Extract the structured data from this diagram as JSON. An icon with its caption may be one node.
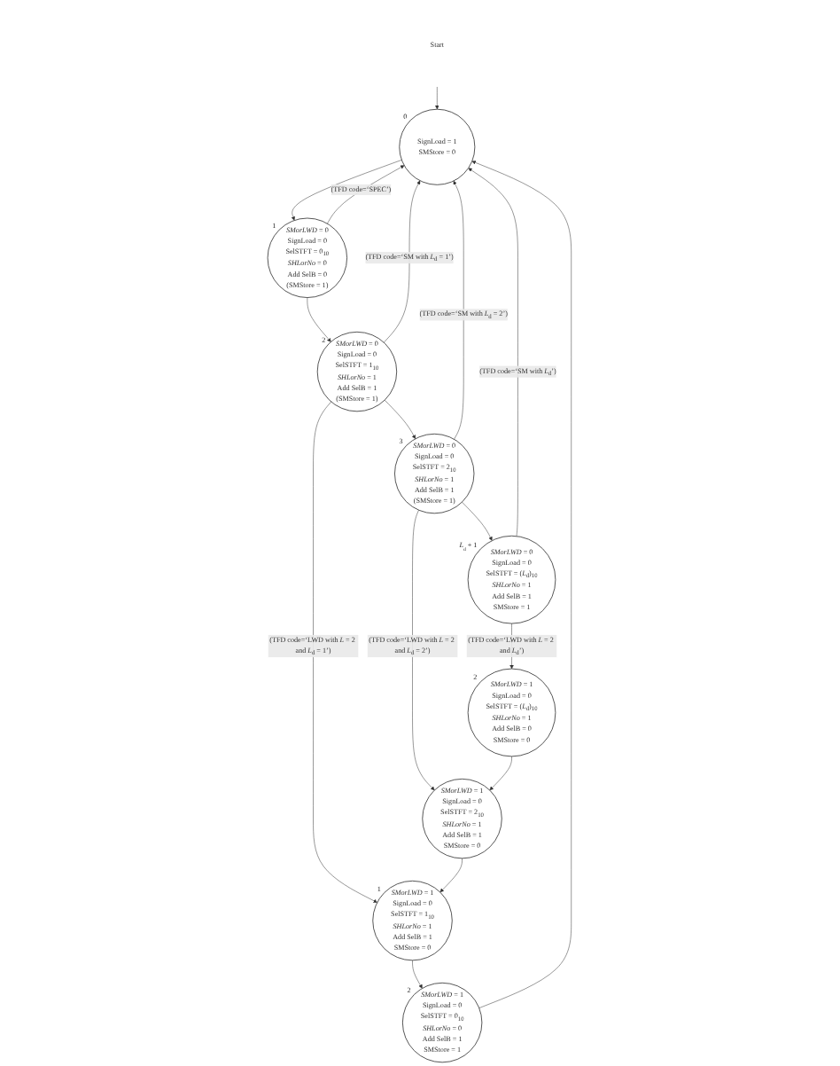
{
  "diagram": {
    "nodes": [
      {
        "text": [
          "Start"
        ]
      },
      {
        "text": [
          "SignLoad = 1",
          "SMStore = 0"
        ],
        "beside": [
          "0"
        ]
      },
      {
        "text": [
          "*SMorLWD* = 1",
          "SignLoad = 0",
          "SelSTFT = 0$_{10}$",
          "*SHLorNo* = 0",
          "Add SelB = 1",
          "SMStore = 1"
        ],
        "beside": [
          "2"
        ]
      },
      {
        "text": [
          "*SMorLWD* = 0",
          "SignLoad = 0",
          "SelSTFT = 0$_{10}$",
          "*SHLorNo* = 0",
          "Add SelB = 0",
          "(SMStore = 1)"
        ],
        "beside": [
          "1"
        ]
      },
      {
        "text": [
          "*SMorLWD* = 1",
          "SignLoad = 0",
          "SelSTFT = 1$_{10}$",
          "*SHLorNo* = 1",
          "Add SelB = 1",
          "SMStore = 0"
        ],
        "beside": [
          "1"
        ]
      },
      {
        "text": [
          "*SMorLWD* = 0",
          "SignLoad = 0",
          "SelSTFT = 1$_{10}$",
          "*SHLorNo* = 1",
          "Add SelB = 1",
          "(SMStore = 1)"
        ],
        "beside": [
          "2"
        ]
      },
      {
        "text": [
          "*SMorLWD* = 1",
          "SignLoad = 0",
          "SelSTFT = 2$_{10}$",
          "*SHLorNo* = 1",
          "Add SelB = 1",
          "SMStore = 0"
        ]
      },
      {
        "text": [
          "*SMorLWD* = 0",
          "SignLoad = 0",
          "SelSTFT = 2$_{10}$",
          "*SHLorNo* = 1",
          "Add SelB = 1",
          "(SMStore = 1)"
        ],
        "beside": [
          "3"
        ]
      },
      {
        "text": [
          "*SMorLWD* = 1",
          "SignLoad = 0",
          "SelSTFT = (*L*$_{d}$)$_{10}$",
          "*SHLorNo* = 1",
          "Add SelB = 0",
          "SMStore = 0"
        ],
        "beside": [
          "2"
        ]
      },
      {
        "text": [
          "*SMorLWD* = 0",
          "SignLoad = 0",
          "SelSTFT = (*L*$_{d}$)$_{10}$",
          "*SHLorNo* = 1",
          "Add SelB = 1",
          "SMStore = 1"
        ],
        "beside": [
          "*L*$_{d}$ + 1"
        ]
      }
    ],
    "edges": [
      {
        "from": 0,
        "to": 1,
        "arrow": "to"
      },
      {
        "from": 1,
        "to": 3,
        "arrow": "to"
      },
      {
        "from": 3,
        "to": 1,
        "arrow": "to",
        "label": "(TFD code=‘SPEC’)"
      },
      {
        "from": 3,
        "to": 5,
        "arrow": "to"
      },
      {
        "from": 5,
        "to": 4,
        "arrow": "to",
        "label": "(TFD code=‘LWD with *L* = 2 and *L*$_{d}$ = 1’)"
      },
      {
        "from": 5,
        "to": 1,
        "arrow": "to",
        "label": "(TFD code=‘SM with *L*$_{d}$ = 1’)"
      },
      {
        "from": 5,
        "to": 7,
        "arrow": "to"
      },
      {
        "from": 7,
        "to": 6,
        "arrow": "to",
        "label": "(TFD code=‘LWD with *L* = 2 and *L*$_{d}$ = 2’)"
      },
      {
        "from": 7,
        "to": 1,
        "arrow": "to",
        "label": "(TFD code=‘SM with *L*$_{d}$ = 2’)"
      },
      {
        "from": 7,
        "to": 9,
        "arrow": "to"
      },
      {
        "from": 9,
        "to": 8,
        "arrow": "to",
        "label": "(TFD code=‘LWD with *L* = 2 and *L*$_{d}$’)"
      },
      {
        "from": 9,
        "to": 1,
        "arrow": "to",
        "label": "(TFD code=‘SM with *L*$_{d}$’)"
      },
      {
        "from": 8,
        "to": 6,
        "arrow": "to"
      },
      {
        "from": 6,
        "to": 4,
        "arrow": "to"
      },
      {
        "from": 4,
        "to": 2,
        "arrow": "to"
      },
      {
        "from": 2,
        "to": 1,
        "arrow": "to"
      }
    ]
  }
}
